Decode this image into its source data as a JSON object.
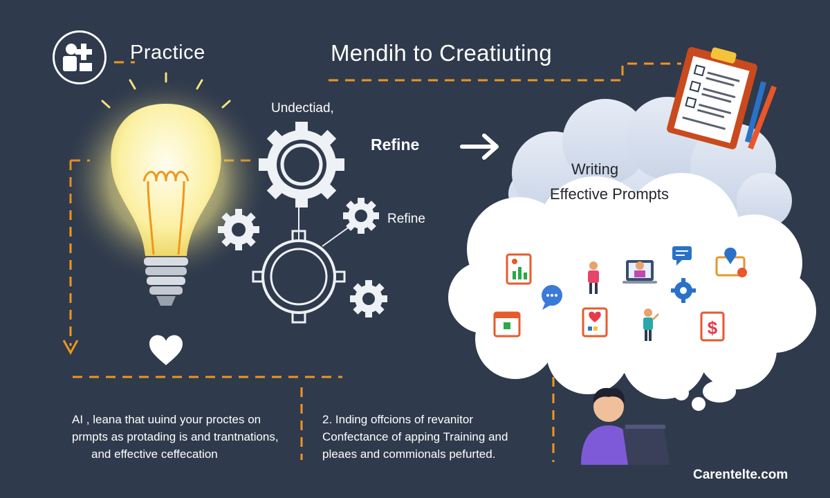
{
  "header": {
    "icon": "people-icon",
    "practice_label": "Practice",
    "main_title": "Mendih to Creatiuting"
  },
  "flow": {
    "undected_label": "Undectiad,",
    "refine_bold": "Refine",
    "refine_small": "Refine"
  },
  "cloud": {
    "title_line1": "Writing",
    "title_line2": "Effective Prompts",
    "icons": [
      "chart-clipboard-icon",
      "person-standing-icon",
      "laptop-user-icon",
      "chat-message-icon",
      "map-location-icon",
      "chat-bubble-icon",
      "gear-icon",
      "calendar-icon",
      "heart-chart-icon",
      "person-pointing-icon",
      "dollar-icon"
    ]
  },
  "left_text": {
    "line1": "AI , leana that uuind your proctes on",
    "line2": "prmpts as protading is and trantnations,",
    "line3": "and effective ceffecation"
  },
  "right_text": {
    "line1": "2. Inding offcions of revanitor",
    "line2": "Confectance of apping Training and",
    "line3": "pleaes and commionals pefurted."
  },
  "footer": {
    "brand": "Carentelte.com"
  },
  "colors": {
    "background": "#2f3a4c",
    "accent_orange": "#f0961e",
    "bulb_glow": "#fff7b0",
    "cloud_white": "#ffffff",
    "cloud_shade": "#dfe6f2"
  }
}
